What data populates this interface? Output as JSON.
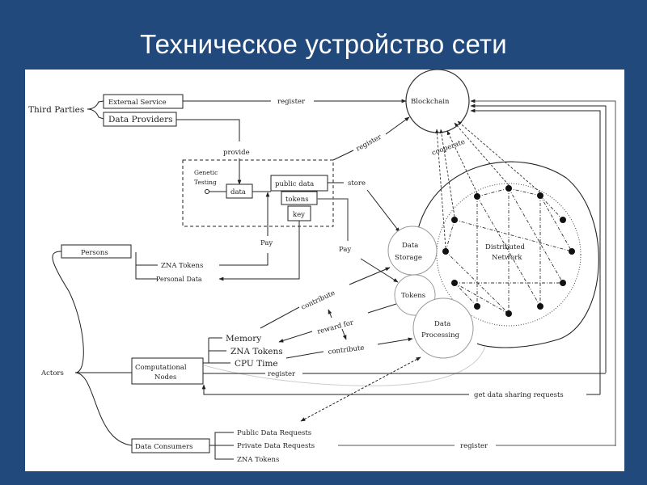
{
  "slide": {
    "title": "Техническое устройство сети",
    "background_color": "#21497c"
  },
  "diagram": {
    "groups": {
      "third_parties": "Third Parties",
      "actors": "Actors"
    },
    "boxes": {
      "external_service": "External Service",
      "data_providers": "Data Providers",
      "persons": "Persons",
      "computational_nodes_line1": "Computational",
      "computational_nodes_line2": "Nodes",
      "data_consumers": "Data Consumers",
      "data": "data",
      "public_data": "public data",
      "tokens": "tokens",
      "key": "key"
    },
    "genetic_testing_line1": "Genetic",
    "genetic_testing_line2": "Testing",
    "circles": {
      "blockchain": "Blockchain",
      "data_storage_line1": "Data",
      "data_storage_line2": "Storage",
      "tokens": "Tokens",
      "data_processing_line1": "Data",
      "data_processing_line2": "Processing",
      "distributed_network_line1": "Distributed",
      "distributed_network_line2": "Network"
    },
    "edge_labels": {
      "register_external": "register",
      "provide": "provide",
      "register_enclave": "register",
      "store": "store",
      "pay_left": "Pay",
      "pay_right": "Pay",
      "cooperate": "cooperate",
      "contribute_storage": "contribute",
      "reward_for": "reward for",
      "contribute_processing": "contribute",
      "register_nodes": "register",
      "get_data_sharing_requests": "get data sharing requests",
      "register_consumers": "register"
    },
    "persons_items": [
      "ZNA Tokens",
      "Personal Data"
    ],
    "node_resources": [
      "Memory",
      "ZNA Tokens",
      "CPU Time"
    ],
    "consumer_items": [
      "Public Data Requests",
      "Private Data Requests",
      "ZNA Tokens"
    ]
  }
}
